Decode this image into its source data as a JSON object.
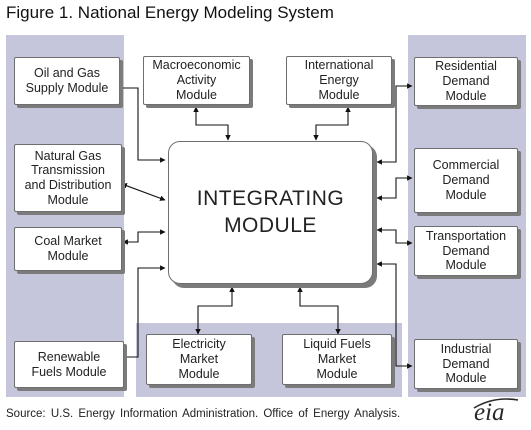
{
  "title": "Figure 1. National Energy Modeling System",
  "center": "INTEGRATING\nMODULE",
  "left_modules": [
    "Oil and Gas\nSupply Module",
    "Natural Gas\nTransmission\nand Distribution\nModule",
    "Coal Market\nModule",
    "Renewable\nFuels Module"
  ],
  "top_modules": [
    "Macroeconomic\nActivity\nModule",
    "International\nEnergy\nModule"
  ],
  "right_modules": [
    "Residential\nDemand\nModule",
    "Commercial\nDemand\nModule",
    "Transportation\nDemand\nModule",
    "Industrial\nDemand\nModule"
  ],
  "bottom_modules": [
    "Electricity\nMarket\nModule",
    "Liquid Fuels\nMarket\nModule"
  ],
  "source": "Source:  U.S. Energy Information  Administration. Office of Energy Analysis.",
  "logo": "eia",
  "colors": {
    "panel": "#c5c5dc",
    "box_border": "#6e6e6e",
    "shadow": "#7b7b7b",
    "arrow": "#111111"
  }
}
